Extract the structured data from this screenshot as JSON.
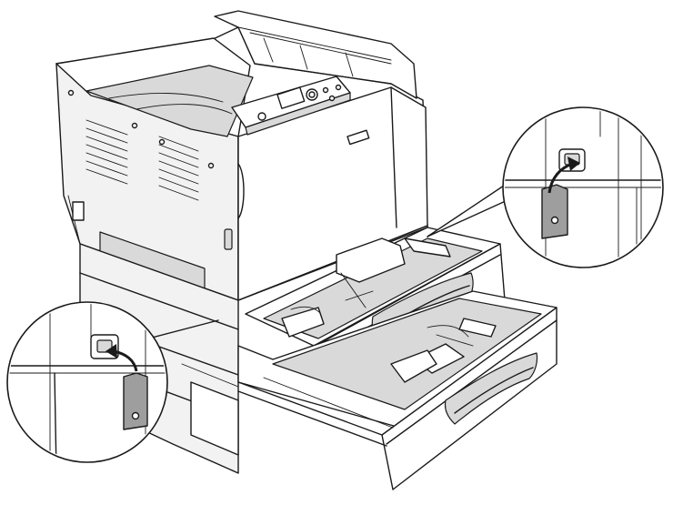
{
  "figure": {
    "subject": "printer-with-optional-paper-cassettes",
    "colors": {
      "line": "#1a1a1a",
      "body": "#f2f2f2",
      "shade": "#d9d9d9",
      "tag": "#9e9e9e"
    },
    "callouts": [
      {
        "id": "upper-cassette-label",
        "icon": "hanging-label-tag-icon"
      },
      {
        "id": "lower-cassette-label",
        "icon": "hanging-label-tag-icon"
      }
    ]
  }
}
